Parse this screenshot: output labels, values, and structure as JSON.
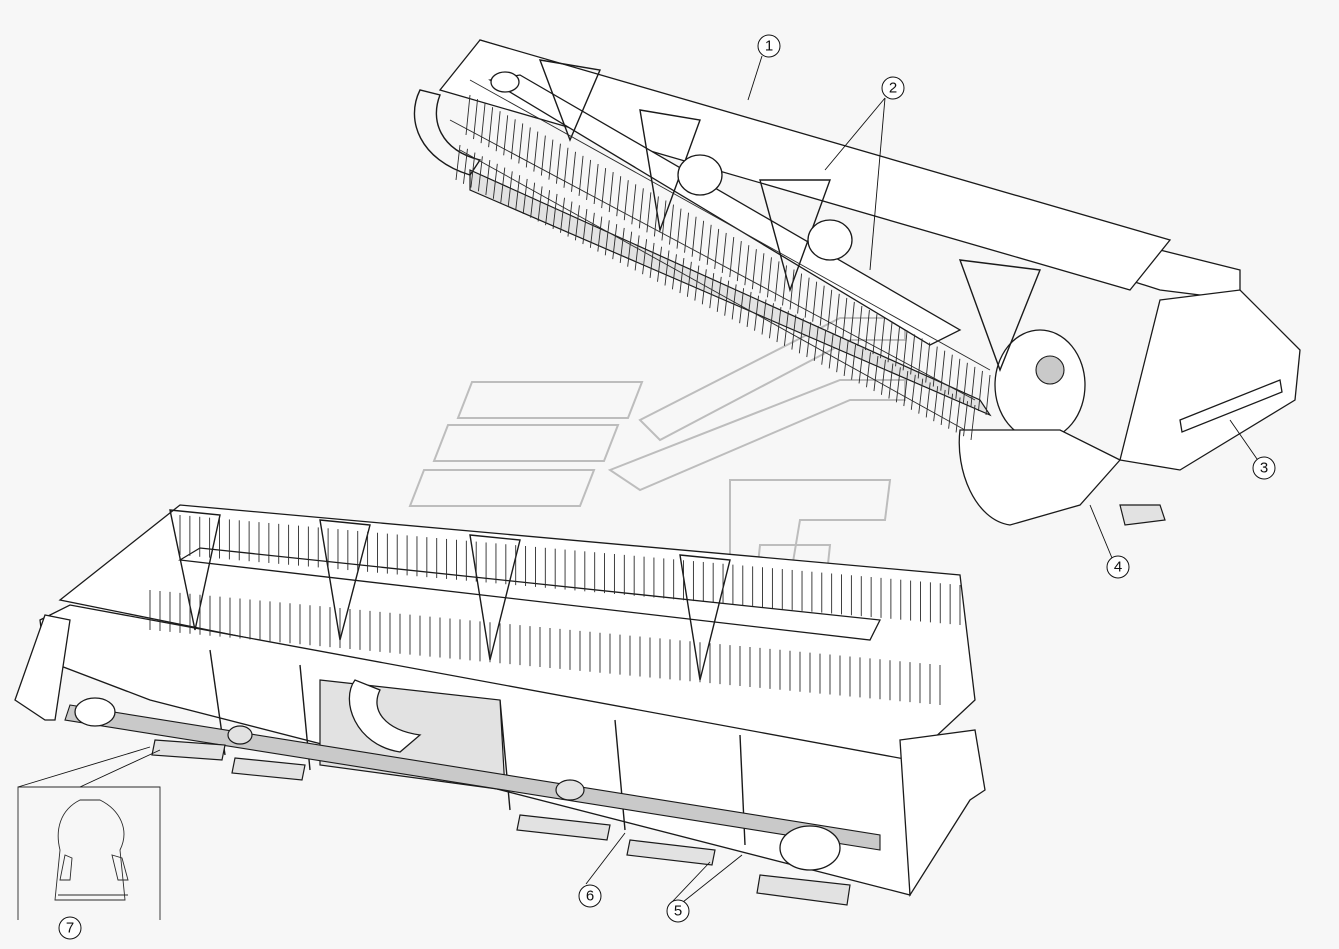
{
  "callouts": [
    {
      "id": "1",
      "label": "1"
    },
    {
      "id": "2",
      "label": "2"
    },
    {
      "id": "3",
      "label": "3"
    },
    {
      "id": "4",
      "label": "4"
    },
    {
      "id": "5",
      "label": "5"
    },
    {
      "id": "6",
      "label": "6"
    },
    {
      "id": "7",
      "label": "7"
    }
  ],
  "colors": {
    "background": "#f7f7f7",
    "line": "#1a1a1a",
    "watermark": "#bdbdbd"
  },
  "icons": {
    "watermark": "stripes-logo-watermark-icon"
  }
}
